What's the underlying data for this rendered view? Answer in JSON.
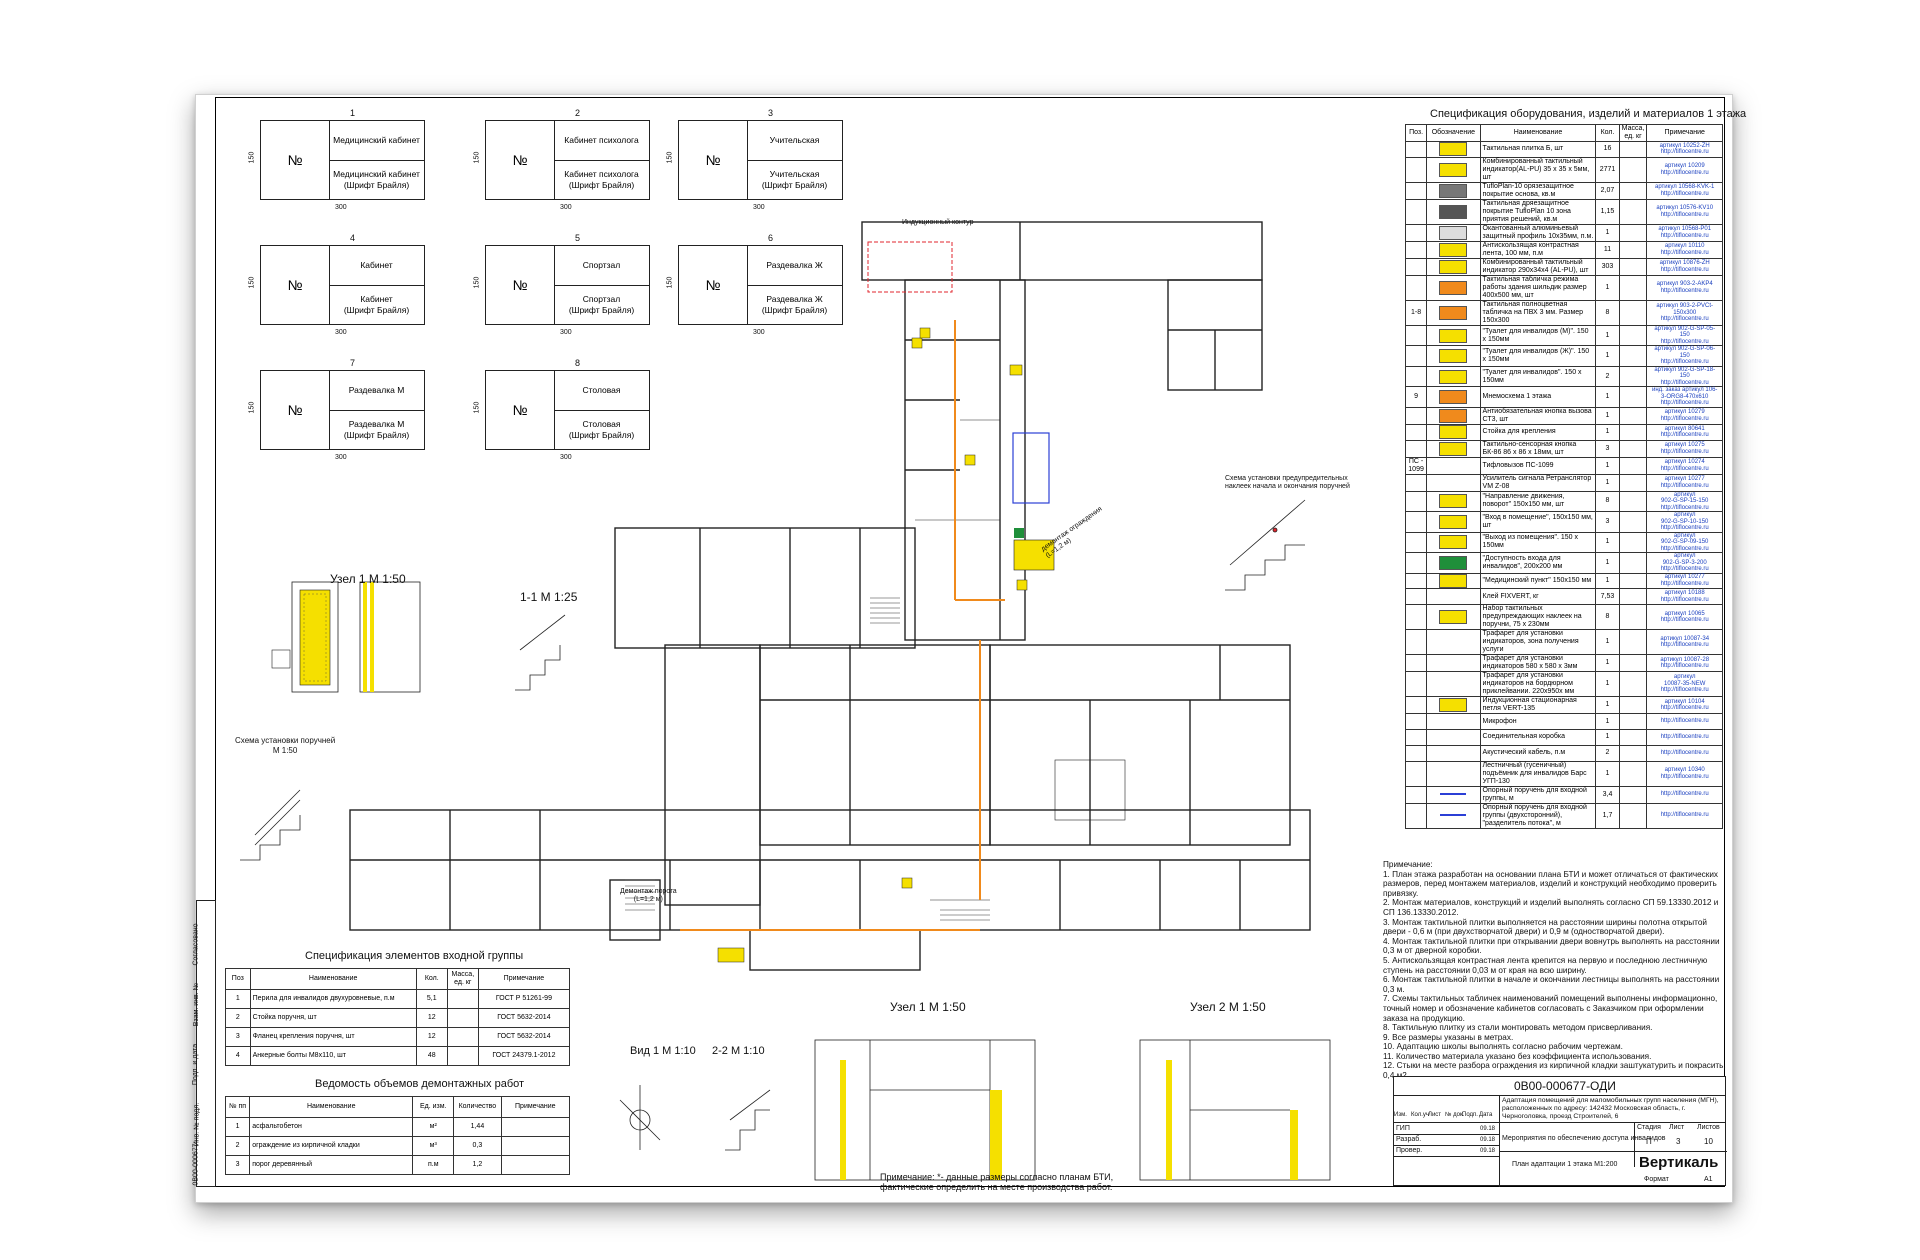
{
  "sheet": {
    "code": "0В00-000677-ОДИ",
    "project_title": "Адаптация помещений для маломобильных групп населения (МГН), расположенных по адресу: 142432 Московская область, г. Черноголовка, проезд Строителей, 6",
    "section_title": "Мероприятия по обеспечению доступа инвалидов",
    "drawing_title": "План адаптации 1 этажа М1:200",
    "stage": "П",
    "sheet_no": "3",
    "sheets_total": "10",
    "col_stage": "Стадия",
    "col_sheet": "Лист",
    "col_sheets": "Листов",
    "company": "Вертикаль",
    "format_label": "Формат",
    "format_value": "А1",
    "rows": [
      "ГИП",
      "Разраб.",
      "Провер."
    ],
    "date": "09.18",
    "header_cols": [
      "Изм.",
      "Кол.уч",
      "Лист",
      "№ док.",
      "Подп.",
      "Дата"
    ]
  },
  "side_stamp": [
    "Согласовано",
    "Взам. инв. №",
    "Подп. и дата",
    "Инв. № подл.",
    "0В00-000677"
  ],
  "signs_title_prefix": "",
  "signs": [
    {
      "n": "1",
      "top": "Медицинский кабинет",
      "bot": "Медицинский кабинет\n(Шрифт Брайля)"
    },
    {
      "n": "2",
      "top": "Кабинет психолога",
      "bot": "Кабинет психолога\n(Шрифт Брайля)"
    },
    {
      "n": "3",
      "top": "Учительская",
      "bot": "Учительская\n(Шрифт Брайля)"
    },
    {
      "n": "4",
      "top": "Кабинет",
      "bot": "Кабинет\n(Шрифт Брайля)"
    },
    {
      "n": "5",
      "top": "Спортзал",
      "bot": "Спортзал\n(Шрифт Брайля)"
    },
    {
      "n": "6",
      "top": "Раздевалка Ж",
      "bot": "Раздевалка Ж\n(Шрифт Брайля)"
    },
    {
      "n": "7",
      "top": "Раздевалка М",
      "bot": "Раздевалка М\n(Шрифт Брайля)"
    },
    {
      "n": "8",
      "top": "Столовая",
      "bot": "Столовая\n(Шрифт Брайля)"
    }
  ],
  "sign_no": "№",
  "sign_dims": {
    "w": "300",
    "h": "150"
  },
  "labels": {
    "node1": "Узел 1 М 1:50",
    "section11": "1-1 М 1:25",
    "handrail_scheme": "Схема установки поручней\nМ 1:50",
    "warning_scheme": "Схема установки предупредительных\nнаклеек начала и окончания поручней",
    "induction_loop": "Индукционный контур",
    "dismantle1": "демонтаж ограждения\n(L=1,2 м)",
    "dismantle2": "Демонтаж порога\n(L=1,2 м)",
    "view1": "Вид 1 М 1:10",
    "section22": "2-2 М 1:10",
    "node1b": "Узел 1 М 1:50",
    "node2": "Узел 2 М 1:50",
    "note_bottom": "Примечание: *- данные размеры согласно планам БТИ,\nфактические определить на месте производства работ."
  },
  "spec_title": "Спецификация оборудования, изделий и материалов 1 этажа",
  "spec_header": [
    "Поз.",
    "Обозначение",
    "Наименование",
    "Кол.",
    "Масса, ед. кг",
    "Примечание"
  ],
  "spec_rows": [
    {
      "name": "Тактильная плитка Б, шт",
      "qty": "16",
      "note": "артикул 10252-ZH\nhttp://tiflocentre.ru"
    },
    {
      "name": "Комбинированный тактильный индикатор(AL-PU) 35 х 35 х 5мм, шт",
      "qty": "2771",
      "note": "артикул 10209\nhttp://tiflocentre.ru"
    },
    {
      "name": "TufloPlan-10 орязезащитное покрытие основа, кв.м",
      "qty": "2,07",
      "note": "артикул 10568-KVK-1\nhttp://tiflocentre.ru"
    },
    {
      "name": "Тактильная дряезащитное покрытие TufloPlan 10 зона приятия решений, кв.м",
      "qty": "1,15",
      "note": "артикул 10576-KV10\nhttp://tiflocentre.ru"
    },
    {
      "name": "Окантованный алюминьевый защитный профиль 10х35мм, п.м.",
      "qty": "1",
      "note": "артикул 10568-P01\nhttp://tiflocentre.ru"
    },
    {
      "name": "Антискользящая контрастная лента, 100 мм, п.м",
      "qty": "11",
      "note": "артикул 10110\nhttp://tiflocentre.ru"
    },
    {
      "name": "Комбинированный тактильный индикатор 290х34х4 (AL-PU), шт",
      "qty": "303",
      "note": "артикул 10876-ZH\nhttp://tiflocentre.ru"
    },
    {
      "name": "Тактильная табличка режима работы здания шильдик размер 400х500 мм, шт",
      "qty": "1",
      "note": "артикул 903-2-AKP4\nhttp://tiflocentre.ru"
    },
    {
      "name": "Тактильная полноцветная табличка на ПВХ 3 мм. Размер 150х300",
      "pos": "1-8",
      "qty": "8",
      "note": "артикул 903-2-PVCt-150x300\nhttp://tiflocentre.ru"
    },
    {
      "name": "\"Туалет для инвалидов (М)\". 150 х 150мм",
      "qty": "1",
      "note": "артикул 902-G-SP-05-150\nhttp://tiflocentre.ru"
    },
    {
      "name": "\"Туалет для инвалидов (Ж)\". 150 х 150мм",
      "qty": "1",
      "note": "артикул 902-G-SP-06-150\nhttp://tiflocentre.ru"
    },
    {
      "name": "\"Туалет для инвалидов\". 150 х 150мм",
      "qty": "2",
      "note": "артикул 902-G-SP-18-150\nhttp://tiflocentre.ru"
    },
    {
      "name": "Мнемосхема 1 этажа",
      "pos": "9",
      "qty": "1",
      "note": "инд. заказ артикул 106-3-ORG8-470x610\nhttp://tiflocentre.ru"
    },
    {
      "name": "Антиобязательная кнопка вызова СТ3, шт",
      "qty": "1",
      "note": "артикул 10279\nhttp://tiflocentre.ru"
    },
    {
      "name": "Стойка для крепления",
      "qty": "1",
      "note": "артикул 80641\nhttp://tiflocentre.ru"
    },
    {
      "name": "Тактильно-сенсорная кнопка БК-86 86 х 86 х 18мм, шт",
      "qty": "3",
      "note": "артикул 10275\nhttp://tiflocentre.ru"
    },
    {
      "name": "Тифловызов ПС-1099",
      "pos": "ПС - 1099",
      "qty": "1",
      "note": "артикул 10274\nhttp://tiflocentre.ru"
    },
    {
      "name": "Усилитель сигнала Ретранслятор VM Z-08",
      "qty": "1",
      "note": "артикул 10277\nhttp://tiflocentre.ru"
    },
    {
      "name": "\"Направление движения, поворот\" 150х150 мм, шт",
      "qty": "8",
      "note": "артикул\n902-G-SP-15-150\nhttp://tiflocentre.ru"
    },
    {
      "name": "\"Вход в помещение\", 150х150 мм, шт",
      "qty": "3",
      "note": "артикул\n902-G-SP-10-150\nhttp://tiflocentre.ru"
    },
    {
      "name": "\"Выход из помещения\". 150 х 150мм",
      "qty": "1",
      "note": "артикул\n902-G-SP-09-150\nhttp://tiflocentre.ru"
    },
    {
      "name": "\"Доступность входа для инвалидов\", 200х200 мм",
      "qty": "1",
      "note": "артикул\n902-G-SP-3-200\nhttp://tiflocentre.ru"
    },
    {
      "name": "\"Медицинский пункт\" 150х150 мм",
      "qty": "1",
      "note": "артикул 10277\nhttp://tiflocentre.ru"
    },
    {
      "name": "Клей FIXVERT, кг",
      "qty": "7,53",
      "note": "артикул 10188\nhttp://tiflocentre.ru"
    },
    {
      "name": "Набор тактильных предупреждающих наклеек на поручни, 75 х 230мм",
      "qty": "8",
      "note": "артикул 10065\nhttp://tiflocentre.ru"
    },
    {
      "name": "Трафарет для установки индикаторов, зона получения услуги",
      "qty": "1",
      "note": "артикул 10087-34\nhttp://tiflocentre.ru"
    },
    {
      "name": "Трафарет для установки индикаторов 580 х 580 х 3мм",
      "qty": "1",
      "note": "артикул 10087-28\nhttp://tiflocentre.ru"
    },
    {
      "name": "Трафарет для установки индикаторов на бордюрном приклейвании. 220х950х мм",
      "qty": "1",
      "note": "артикул\n10087-35-NEW\nhttp://tiflocentre.ru"
    },
    {
      "name": "Индукционная стационарная петля VERT-135",
      "qty": "1",
      "note": "артикул 10104\nhttp://tiflocentre.ru"
    },
    {
      "name": "Микрофон",
      "qty": "1",
      "note": "http://tiflocentre.ru"
    },
    {
      "name": "Соединительная коробка",
      "qty": "1",
      "note": "http://tiflocentre.ru"
    },
    {
      "name": "Акустический кабель, п.м",
      "qty": "2",
      "note": "http://tiflocentre.ru"
    },
    {
      "name": "Лестничный (гусеничный) подъёмник для инвалидов Барс УГП-130",
      "qty": "1",
      "note": "артикул 10340\nhttp://tiflocentre.ru"
    },
    {
      "name": "Опорный поручень для входной группы, м",
      "qty": "3,4",
      "note": "http://tiflocentre.ru"
    },
    {
      "name": "Опорный поручень для входной группы (двухсторонний), \"разделитель потока\", м",
      "qty": "1,7",
      "note": "http://tiflocentre.ru"
    }
  ],
  "notes_title": "Примечание:",
  "notes": [
    "1. План этажа разработан на основании плана БТИ и может отличаться от фактических размеров, перед монтажем материалов, изделий и конструкций необходимо проверить привязку.",
    "2. Монтаж материалов, конструкций и изделий выполнять согласно СП 59.13330.2012 и СП 136.13330.2012.",
    "3. Монтаж тактильной плитки выполняется на расстоянии ширины полотна открытой двери - 0,6 м (при двухстворчатой двери) и 0,9 м (одностворчатой двери).",
    "4. Монтаж тактильной плитки при открывании двери вовнутрь выполнять на расстоянии 0,3 м от дверной коробки.",
    "5. Антискользящая контрастная лента крепится на первую и последнюю лестничную ступень на расстоянии 0,03 м от края на всю ширину.",
    "6. Монтаж тактильной плитки в начале и окончании лестницы выполнять на расстоянии 0,3 м.",
    "7. Схемы тактильных табличек наименований помещений выполнены информационно, точный номер и обозначение кабинетов согласовать с Заказчиком при оформлении заказа на продукцию.",
    "8. Тактильную плитку из стали монтировать методом присверливания.",
    "9. Все размеры указаны в метрах.",
    "10. Адаптацию школы выполнять согласно рабочим чертежам.",
    "11. Количество материала указано без коэффициента использования.",
    "12. Стыки на месте разбора ограждения из кирпичной кладки заштукатурить и покрасить, 0,4 м2."
  ],
  "entry_spec_title": "Спецификация элементов входной группы",
  "entry_spec_header": [
    "Поз",
    "Наименование",
    "Кол.",
    "Масса, ед. кг",
    "Примечание"
  ],
  "entry_spec_rows": [
    [
      "1",
      "Перила для инвалидов двухуровневые, п.м",
      "5,1",
      "",
      "ГОСТ Р 51261-99"
    ],
    [
      "2",
      "Стойка поручня, шт",
      "12",
      "",
      "ГОСТ 5632-2014"
    ],
    [
      "3",
      "Фланец крепления поручня, шт",
      "12",
      "",
      "ГОСТ 5632-2014"
    ],
    [
      "4",
      "Анкерные болты М8х110, шт",
      "48",
      "",
      "ГОСТ 24379.1-2012"
    ]
  ],
  "demo_title": "Ведомость объемов демонтажных работ",
  "demo_header": [
    "№ пп",
    "Наименование",
    "Ед. изм.",
    "Количество",
    "Примечание"
  ],
  "demo_rows": [
    [
      "1",
      "асфальтобетон",
      "м²",
      "1,44",
      ""
    ],
    [
      "2",
      "ограждение из кирпичной кладки",
      "м³",
      "0,3",
      ""
    ],
    [
      "3",
      "порог деревянный",
      "п.м",
      "1,2",
      ""
    ]
  ],
  "colors": {
    "yellow": "#f5e000",
    "orange": "#f08a1c",
    "blue": "#2b3fd6",
    "green": "#1f8f3a",
    "red": "#e0262e"
  }
}
